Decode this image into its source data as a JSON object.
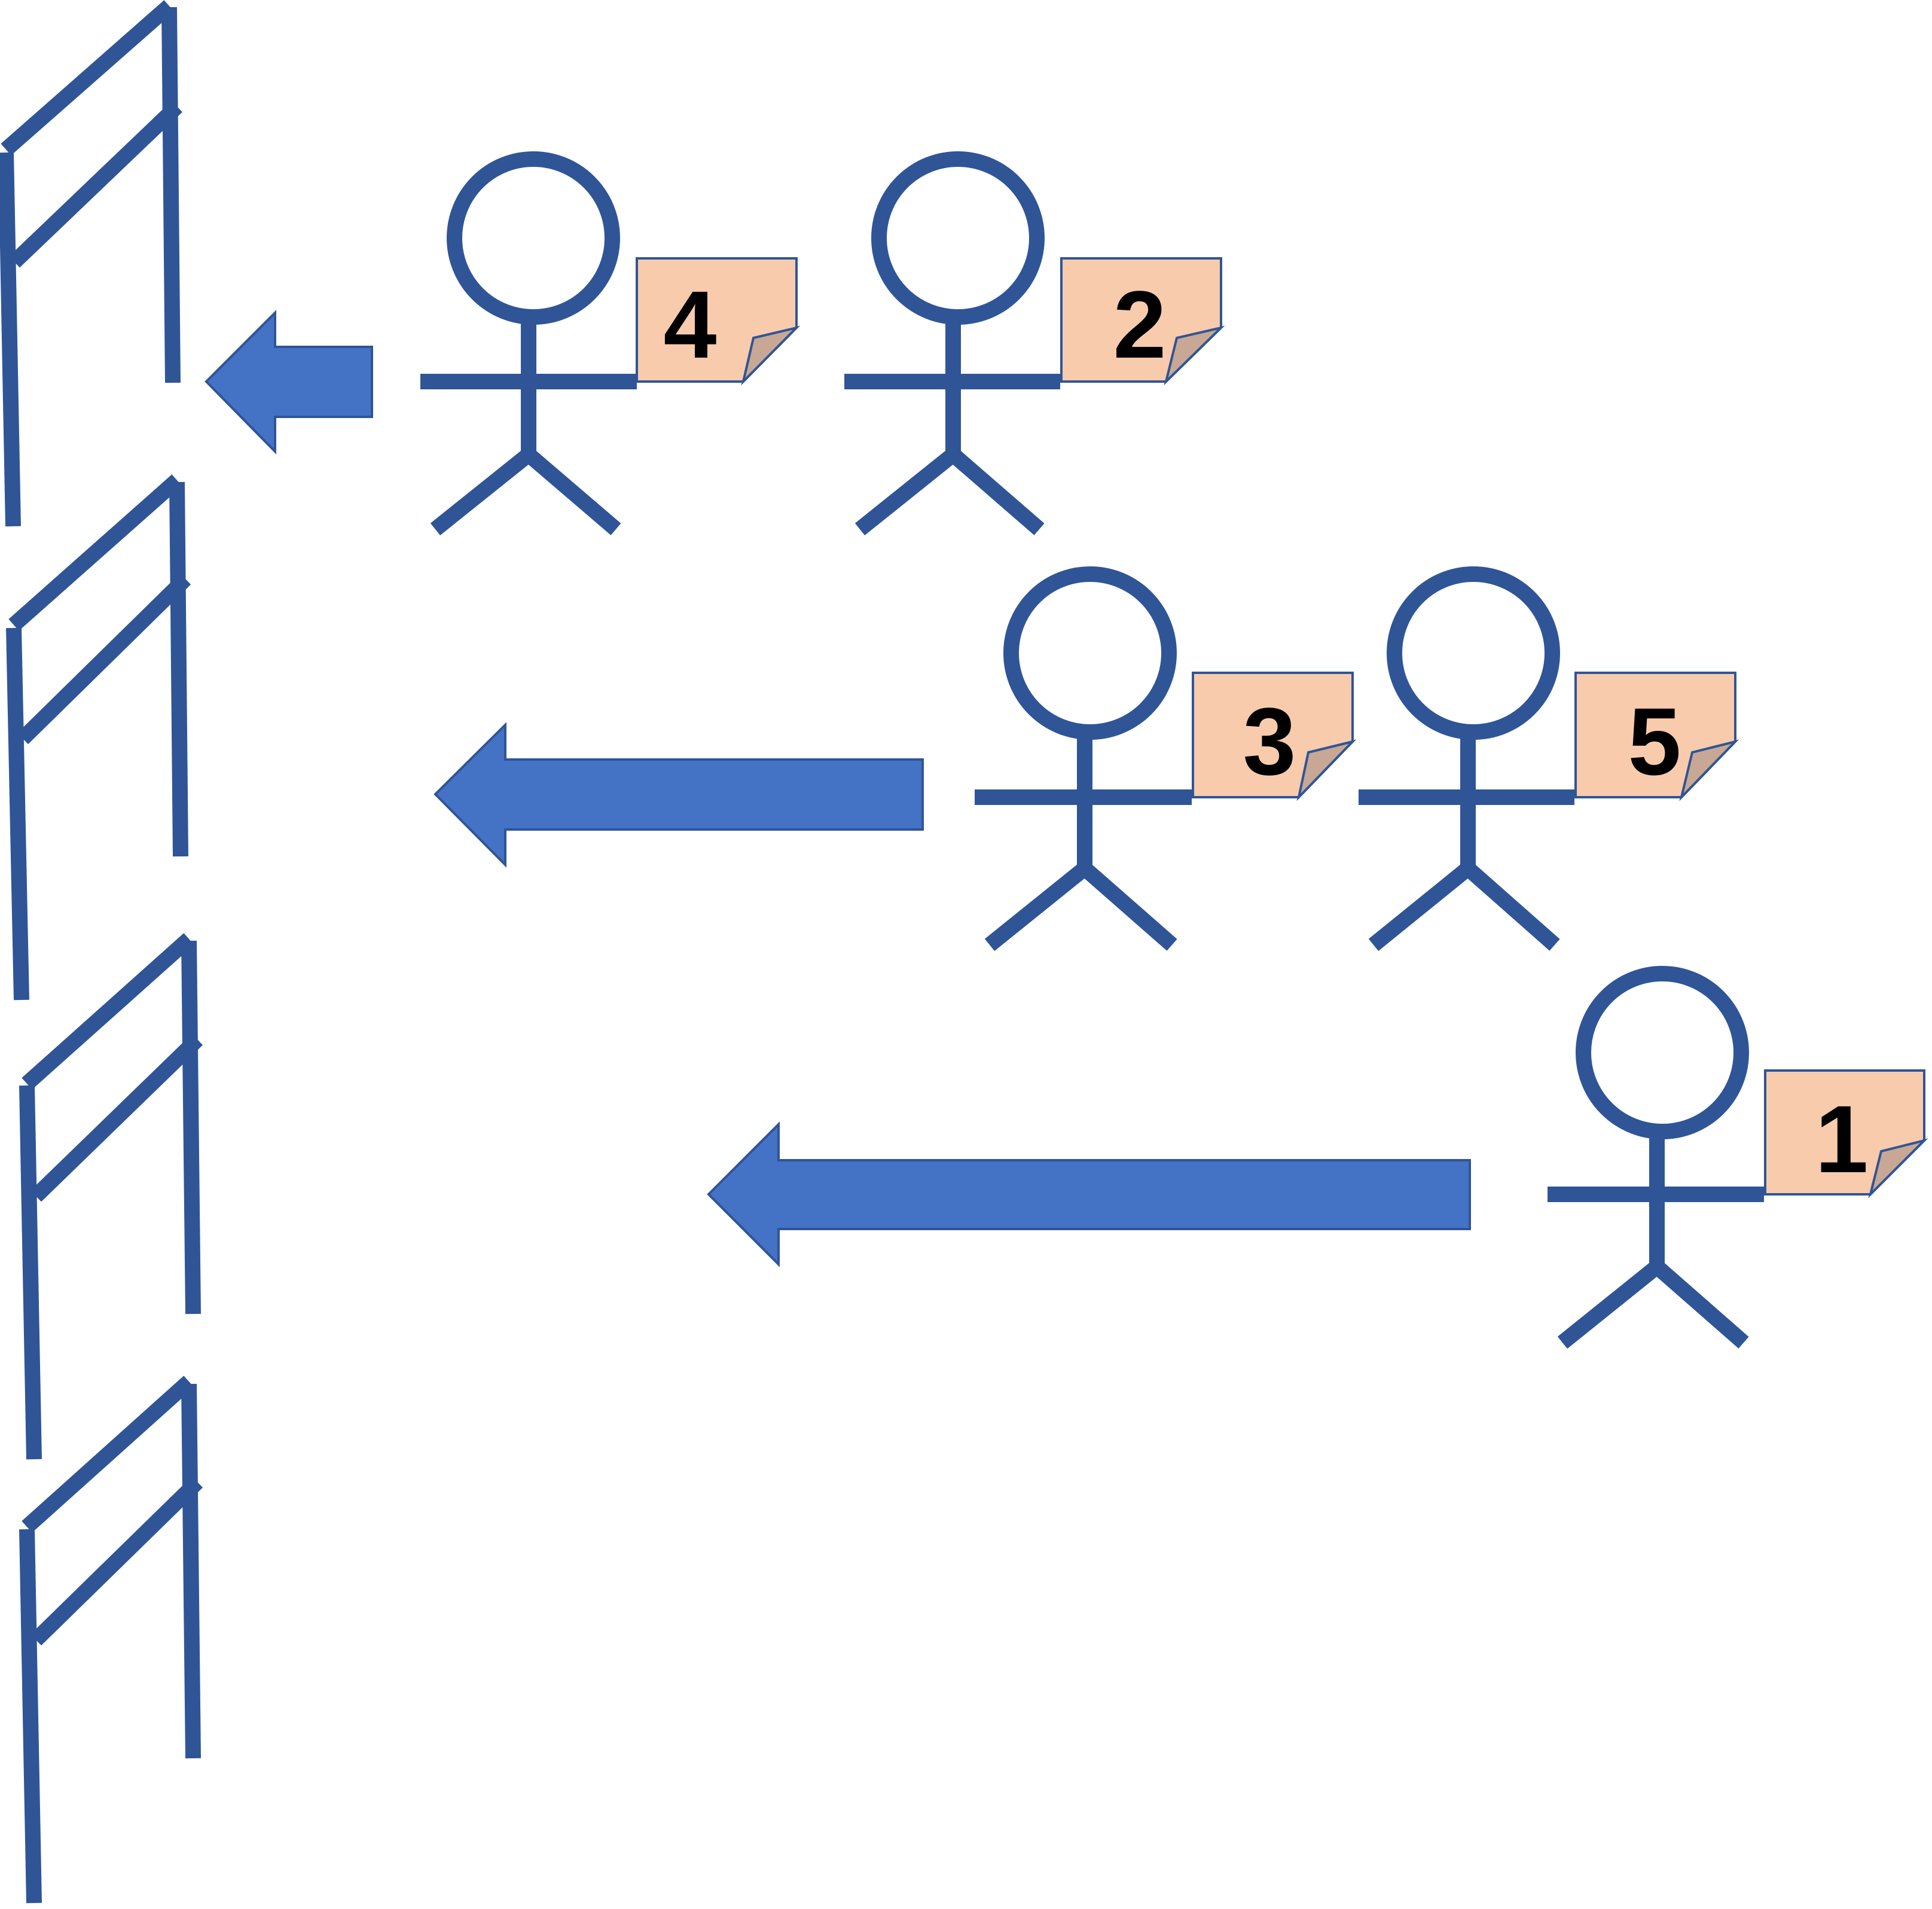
{
  "diagram": {
    "hurdles": [
      {
        "name": "hurdle-1"
      },
      {
        "name": "hurdle-2"
      },
      {
        "name": "hurdle-3"
      },
      {
        "name": "hurdle-4"
      }
    ],
    "people": [
      {
        "name": "stick-figure-4",
        "label": "4"
      },
      {
        "name": "stick-figure-2",
        "label": "2"
      },
      {
        "name": "stick-figure-3",
        "label": "3"
      },
      {
        "name": "stick-figure-5",
        "label": "5"
      },
      {
        "name": "stick-figure-1",
        "label": "1"
      }
    ],
    "arrows": [
      {
        "name": "arrow-short",
        "direction": "left"
      },
      {
        "name": "arrow-medium",
        "direction": "left"
      },
      {
        "name": "arrow-long",
        "direction": "left"
      }
    ],
    "colors": {
      "line": "#2F5597",
      "arrow_fill": "#4472C4",
      "note_fill": "#F8CBAD",
      "note_fold": "#C8A894",
      "text": "#000000"
    }
  }
}
